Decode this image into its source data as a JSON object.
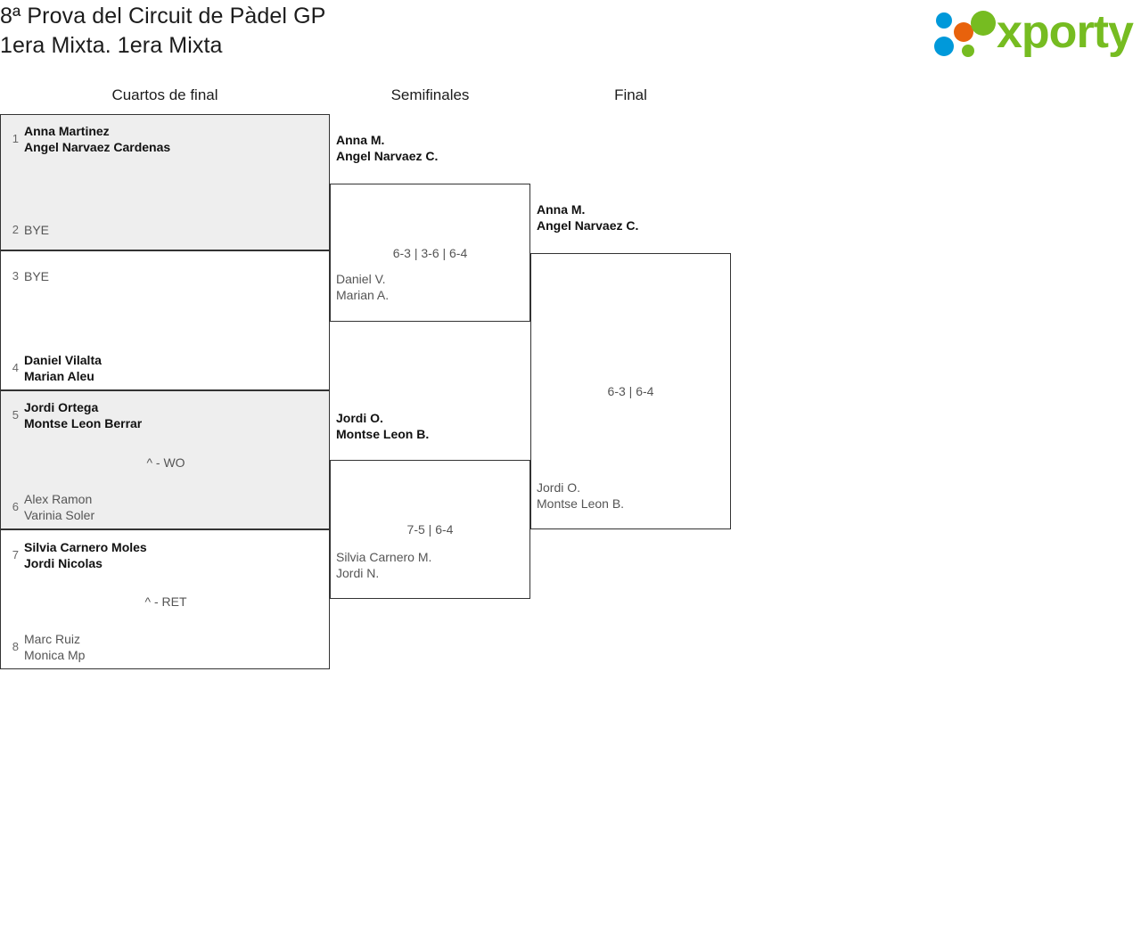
{
  "header": {
    "title_line1": "8ª Prova del Circuit de Pàdel GP",
    "title_line2": "1era Mixta. 1era Mixta",
    "logo_text": "xporty",
    "logo_colors": {
      "green": "#76bc21",
      "blue": "#0099da",
      "orange": "#e8620c"
    }
  },
  "rounds": [
    {
      "key": "quarterfinals",
      "label": "Cuartos de final"
    },
    {
      "key": "semifinals",
      "label": "Semifinales"
    },
    {
      "key": "final",
      "label": "Final"
    }
  ],
  "quarterfinals": [
    {
      "shaded": true,
      "score": "",
      "top": {
        "seed": "1",
        "line1": "Anna Martinez",
        "line2": "Angel Narvaez Cardenas",
        "result": "winner"
      },
      "bottom": {
        "seed": "2",
        "line1": "BYE",
        "line2": "",
        "result": "bye"
      }
    },
    {
      "shaded": false,
      "score": "",
      "top": {
        "seed": "3",
        "line1": "BYE",
        "line2": "",
        "result": "bye"
      },
      "bottom": {
        "seed": "4",
        "line1": "Daniel Vilalta",
        "line2": "Marian Aleu",
        "result": "winner"
      }
    },
    {
      "shaded": true,
      "score": "^ - WO",
      "top": {
        "seed": "5",
        "line1": "Jordi Ortega",
        "line2": "Montse Leon Berrar",
        "result": "winner"
      },
      "bottom": {
        "seed": "6",
        "line1": "Alex Ramon",
        "line2": "Varinia Soler",
        "result": "loser"
      }
    },
    {
      "shaded": false,
      "score": "^ - RET",
      "top": {
        "seed": "7",
        "line1": "Silvia Carnero Moles",
        "line2": "Jordi Nicolas",
        "result": "winner"
      },
      "bottom": {
        "seed": "8",
        "line1": "Marc Ruiz",
        "line2": "Monica Mp",
        "result": "loser"
      }
    }
  ],
  "semifinals": [
    {
      "score": "6-3 | 3-6 | 6-4",
      "top": {
        "line1": "Anna M.",
        "line2": "Angel Narvaez C.",
        "result": "winner"
      },
      "bottom": {
        "line1": "Daniel V.",
        "line2": "Marian A.",
        "result": "loser"
      }
    },
    {
      "score": "7-5 | 6-4",
      "top": {
        "line1": "Jordi O.",
        "line2": "Montse Leon B.",
        "result": "winner"
      },
      "bottom": {
        "line1": "Silvia Carnero M.",
        "line2": "Jordi N.",
        "result": "loser"
      }
    }
  ],
  "final": {
    "score": "6-3 | 6-4",
    "top": {
      "line1": "Anna M.",
      "line2": "Angel Narvaez C.",
      "result": "winner"
    },
    "bottom": {
      "line1": "Jordi O.",
      "line2": "Montse Leon B.",
      "result": "loser"
    }
  }
}
